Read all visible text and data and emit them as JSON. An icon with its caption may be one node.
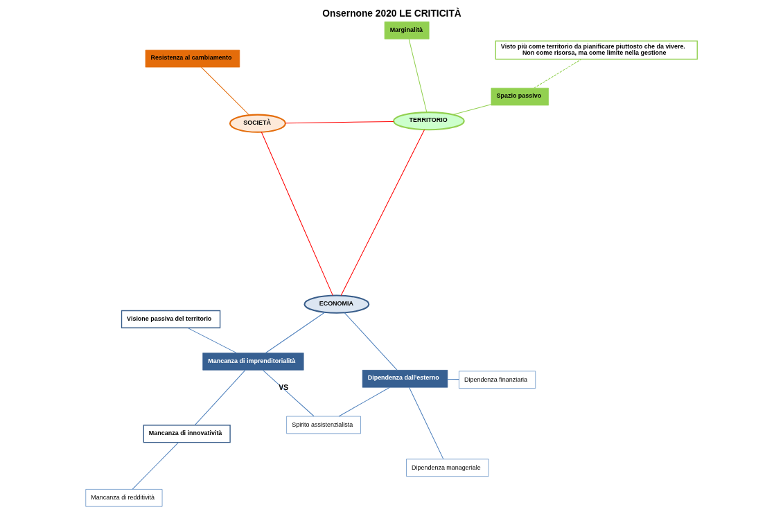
{
  "diagram": {
    "title": "Onsernone 2020 LE CRITICITÀ",
    "nodes": [
      {
        "text": [
          "ECONOMIA"
        ]
      },
      {
        "text": [
          "TERRITORIO"
        ]
      },
      {
        "text": [
          "SOCIETÀ"
        ]
      },
      {
        "text": [
          "Mancanza di imprenditorialità"
        ]
      },
      {
        "text": [
          "Dipendenza dall’esterno"
        ]
      },
      {
        "text": [
          "Spirito assistenzialista"
        ]
      },
      {
        "text": [
          "Dipendenza manageriale"
        ]
      },
      {
        "text": [
          "Dipendenza finanziaria"
        ]
      },
      {
        "text": [
          "Visione passiva del territorio"
        ]
      },
      {
        "text": [
          "Mancanza di innovatività"
        ]
      },
      {
        "text": [
          "Mancanza di redditività"
        ]
      },
      {
        "text": [
          "Marginalità"
        ]
      },
      {
        "text": [
          "Spazio passivo"
        ]
      },
      {
        "text": [
          "Visto più come territorio da pianificare piuttosto che da vivere.",
          "Non come risorsa, ma come limite nella gestione"
        ]
      },
      {
        "text": [
          "Resistenza al cambiamento"
        ]
      }
    ],
    "edges": [
      {
        "from": 0,
        "to": 1,
        "arrow": "none",
        "color": "#ff0000"
      },
      {
        "from": 1,
        "to": 2,
        "arrow": "none",
        "color": "#ff0000"
      },
      {
        "from": 2,
        "to": 0,
        "arrow": "none",
        "color": "#ff0000"
      },
      {
        "from": 3,
        "to": 0,
        "arrow": "none"
      },
      {
        "from": 4,
        "to": 0,
        "arrow": "none"
      },
      {
        "from": 3,
        "to": 5,
        "arrow": "none",
        "label": "VS"
      },
      {
        "from": 4,
        "to": 5,
        "arrow": "none"
      },
      {
        "from": 4,
        "to": 6,
        "arrow": "none"
      },
      {
        "from": 4,
        "to": 7,
        "arrow": "none"
      },
      {
        "from": 3,
        "to": 8,
        "arrow": "none"
      },
      {
        "from": 3,
        "to": 9,
        "arrow": "none"
      },
      {
        "from": 9,
        "to": 10,
        "arrow": "none"
      },
      {
        "from": 1,
        "to": 11,
        "arrow": "none",
        "color": "#92d050"
      },
      {
        "from": 1,
        "to": 12,
        "arrow": "none",
        "color": "#92d050"
      },
      {
        "from": 12,
        "to": 13,
        "arrow": "none",
        "style": "dashed",
        "color": "#92d050"
      },
      {
        "from": 2,
        "to": 14,
        "arrow": "none",
        "color": "#e46c0a"
      }
    ]
  }
}
